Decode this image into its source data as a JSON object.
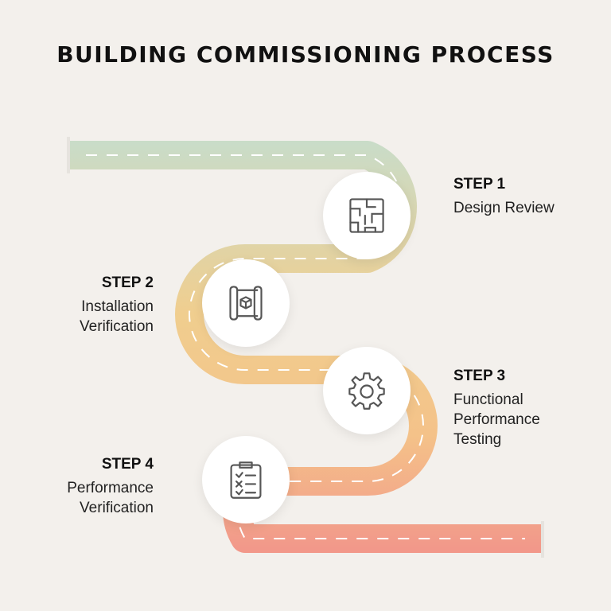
{
  "title": "BUILDING COMMISSIONING PROCESS",
  "colors": {
    "background": "#f3f0ec",
    "road_start": "#c9dcc8",
    "road_mid": "#f0ce8f",
    "road_end": "#f2988a",
    "dash": "#ffffff"
  },
  "steps": [
    {
      "label": "STEP 1",
      "desc": [
        "Design Review"
      ],
      "icon": "floor-plan-icon"
    },
    {
      "label": "STEP 2",
      "desc": [
        "Installation",
        "Verification"
      ],
      "icon": "blueprint-cube-icon"
    },
    {
      "label": "STEP 3",
      "desc": [
        "Functional",
        "Performance",
        "Testing"
      ],
      "icon": "gear-icon"
    },
    {
      "label": "STEP 4",
      "desc": [
        "Performance",
        "Verification"
      ],
      "icon": "clipboard-checklist-icon"
    }
  ]
}
